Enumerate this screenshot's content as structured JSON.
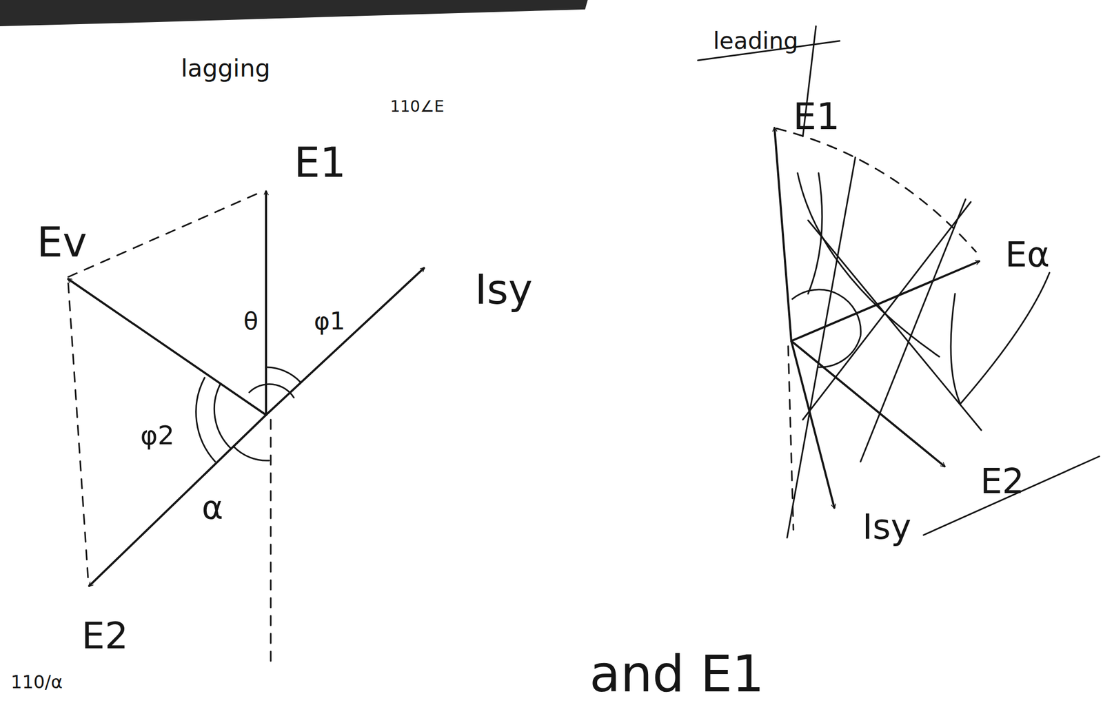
{
  "diagram": {
    "labels": [
      "lagging",
      "110∠E",
      "E1",
      "Ev",
      "Isy",
      "θ",
      "φ1",
      "φ2",
      "α",
      "E2",
      "110/α",
      "leading",
      "E1",
      "Eα",
      "E2",
      "Isy",
      "and E1"
    ]
  }
}
